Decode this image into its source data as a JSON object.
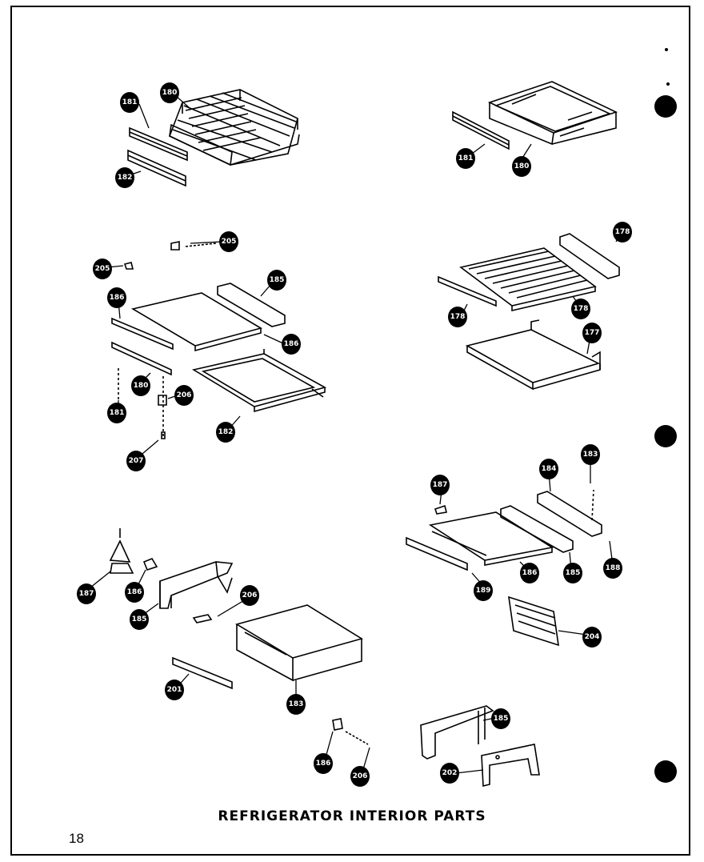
{
  "title": "REFRIGERATOR INTERIOR PARTS",
  "page_number": "18",
  "callouts": [
    "181",
    "180",
    "182",
    "181",
    "180",
    "205",
    "205",
    "185",
    "186",
    "186",
    "180",
    "181",
    "206",
    "182",
    "207",
    "178",
    "178",
    "178",
    "177",
    "183",
    "184",
    "187",
    "186",
    "185",
    "188",
    "189",
    "187",
    "186",
    "185",
    "206",
    "201",
    "183",
    "186",
    "206",
    "204",
    "185",
    "202"
  ]
}
